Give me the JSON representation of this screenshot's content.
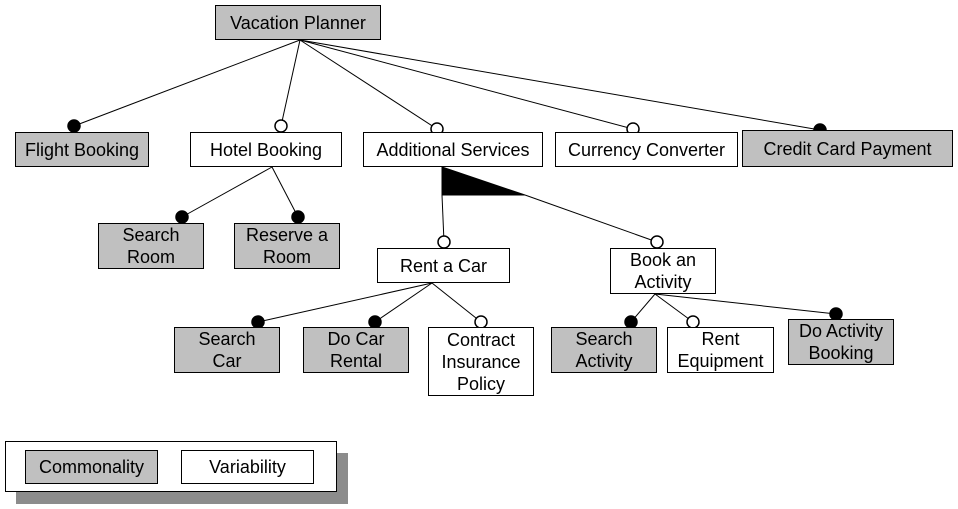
{
  "colors": {
    "commonality": "#c0c0c0",
    "variability": "#ffffff",
    "line": "#000000",
    "legend_shadow": "#8c8c8c"
  },
  "features": {
    "vacation_planner": {
      "label": "Vacation Planner",
      "kind": "commonality"
    },
    "flight_booking": {
      "label": "Flight Booking",
      "kind": "commonality"
    },
    "hotel_booking": {
      "label": "Hotel Booking",
      "kind": "variability"
    },
    "additional_services": {
      "label": "Additional Services",
      "kind": "variability"
    },
    "currency_converter": {
      "label": "Currency Converter",
      "kind": "variability"
    },
    "credit_card_payment": {
      "label": "Credit Card Payment",
      "kind": "commonality"
    },
    "search_room": {
      "label": "Search\nRoom",
      "kind": "commonality"
    },
    "reserve_room": {
      "label": "Reserve a\nRoom",
      "kind": "commonality"
    },
    "rent_a_car": {
      "label": "Rent a Car",
      "kind": "variability"
    },
    "book_activity": {
      "label": "Book an\nActivity",
      "kind": "variability"
    },
    "search_car": {
      "label": "Search\nCar",
      "kind": "commonality"
    },
    "do_car_rental": {
      "label": "Do Car\nRental",
      "kind": "commonality"
    },
    "contract_insurance": {
      "label": "Contract\nInsurance\nPolicy",
      "kind": "variability"
    },
    "search_activity": {
      "label": "Search\nActivity",
      "kind": "commonality"
    },
    "rent_equipment": {
      "label": "Rent\nEquipment",
      "kind": "variability"
    },
    "do_activity_booking": {
      "label": "Do Activity\nBooking",
      "kind": "commonality"
    }
  },
  "relations": [
    {
      "parent": "vacation_planner",
      "child": "flight_booking",
      "type": "mandatory"
    },
    {
      "parent": "vacation_planner",
      "child": "hotel_booking",
      "type": "optional"
    },
    {
      "parent": "vacation_planner",
      "child": "additional_services",
      "type": "optional"
    },
    {
      "parent": "vacation_planner",
      "child": "currency_converter",
      "type": "optional"
    },
    {
      "parent": "vacation_planner",
      "child": "credit_card_payment",
      "type": "mandatory"
    },
    {
      "parent": "hotel_booking",
      "child": "search_room",
      "type": "mandatory"
    },
    {
      "parent": "hotel_booking",
      "child": "reserve_room",
      "type": "mandatory"
    },
    {
      "parent": "additional_services",
      "child": "rent_a_car",
      "type": "optional",
      "group": "or"
    },
    {
      "parent": "additional_services",
      "child": "book_activity",
      "type": "optional",
      "group": "or"
    },
    {
      "parent": "rent_a_car",
      "child": "search_car",
      "type": "mandatory"
    },
    {
      "parent": "rent_a_car",
      "child": "do_car_rental",
      "type": "mandatory"
    },
    {
      "parent": "rent_a_car",
      "child": "contract_insurance",
      "type": "optional"
    },
    {
      "parent": "book_activity",
      "child": "search_activity",
      "type": "mandatory"
    },
    {
      "parent": "book_activity",
      "child": "rent_equipment",
      "type": "optional"
    },
    {
      "parent": "book_activity",
      "child": "do_activity_booking",
      "type": "mandatory"
    }
  ],
  "legend": {
    "commonality": "Commonality",
    "variability": "Variability"
  }
}
